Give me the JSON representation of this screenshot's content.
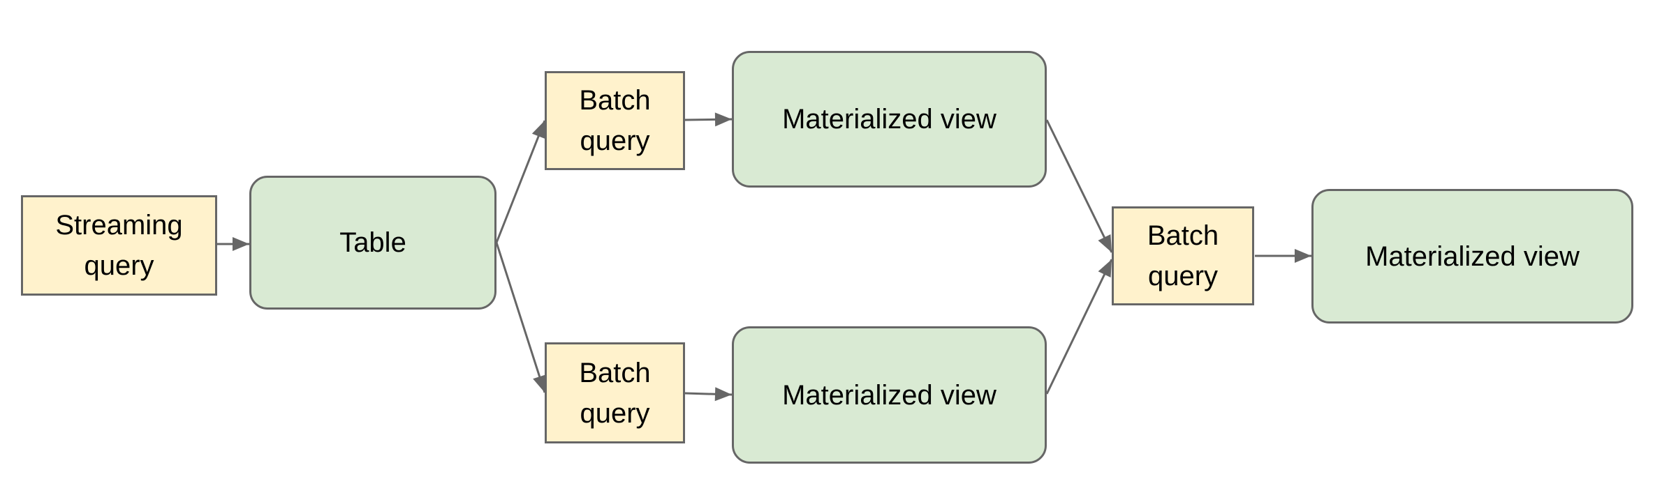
{
  "diagram": {
    "background_color": "#ffffff",
    "colors": {
      "query_fill": "#fff2cc",
      "view_fill": "#d9ead3",
      "stroke": "#666666",
      "text": "#000000"
    },
    "nodes": [
      {
        "id": "streaming-query",
        "label": "Streaming query",
        "shape": "rectangle"
      },
      {
        "id": "table",
        "label": "Table",
        "shape": "rounded-rectangle"
      },
      {
        "id": "batch-query-top",
        "label": "Batch query",
        "shape": "rectangle"
      },
      {
        "id": "materialized-view-top",
        "label": "Materialized view",
        "shape": "rounded-rectangle"
      },
      {
        "id": "batch-query-bottom",
        "label": "Batch query",
        "shape": "rectangle"
      },
      {
        "id": "materialized-view-bottom",
        "label": "Materialized view",
        "shape": "rounded-rectangle"
      },
      {
        "id": "batch-query-right",
        "label": "Batch query",
        "shape": "rectangle"
      },
      {
        "id": "materialized-view-right",
        "label": "Materialized view",
        "shape": "rounded-rectangle"
      }
    ],
    "edges": [
      {
        "from": "streaming-query",
        "to": "table"
      },
      {
        "from": "table",
        "to": "batch-query-top"
      },
      {
        "from": "table",
        "to": "batch-query-bottom"
      },
      {
        "from": "batch-query-top",
        "to": "materialized-view-top"
      },
      {
        "from": "batch-query-bottom",
        "to": "materialized-view-bottom"
      },
      {
        "from": "materialized-view-top",
        "to": "batch-query-right"
      },
      {
        "from": "materialized-view-bottom",
        "to": "batch-query-right"
      },
      {
        "from": "batch-query-right",
        "to": "materialized-view-right"
      }
    ]
  }
}
